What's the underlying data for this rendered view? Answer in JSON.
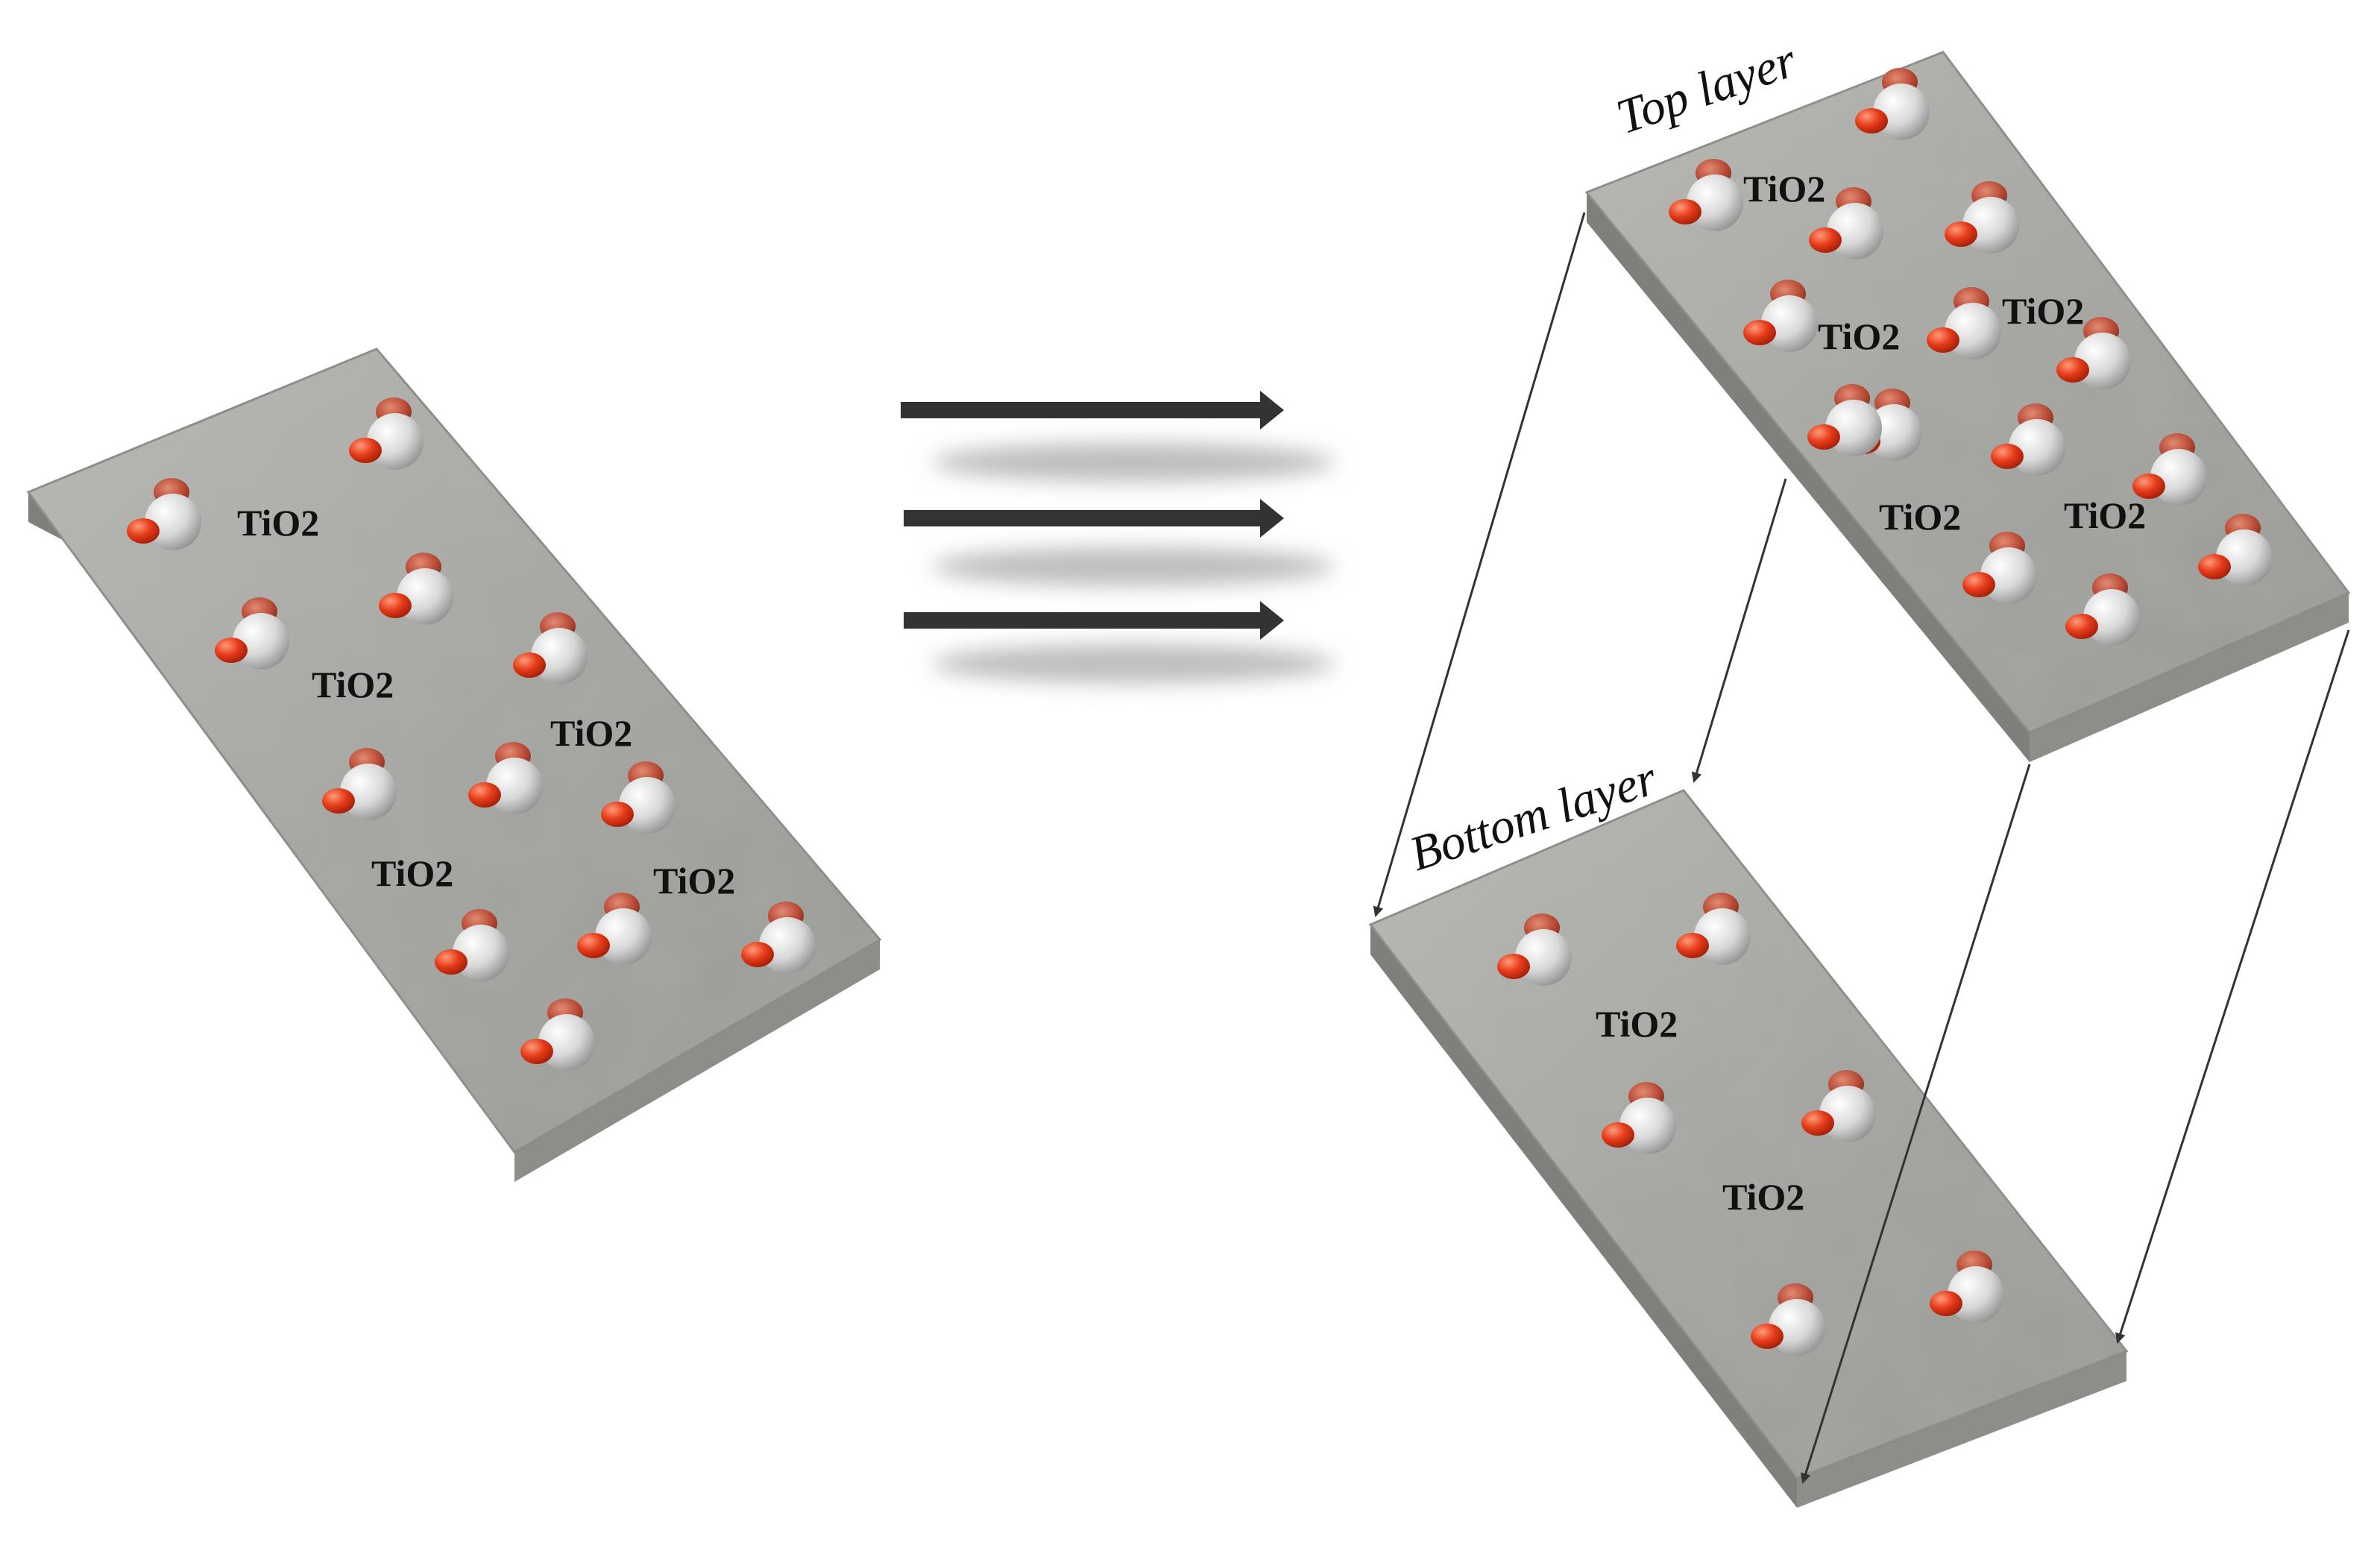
{
  "labels": {
    "compound": "TiO2",
    "top_layer": "Top layer",
    "bottom_layer": "Bottom layer"
  },
  "colors": {
    "slab_fill": "#a9aaa5",
    "slab_edge": "#8a8b86",
    "titanium": "#e4e4e4",
    "oxygen": "#e03a1a",
    "oxygen_top": "#b44a3a",
    "arrow": "#333333",
    "connector": "#333333"
  },
  "icons": {
    "molecule": "tio2-molecule-icon",
    "process_arrow": "right-arrow-icon"
  }
}
